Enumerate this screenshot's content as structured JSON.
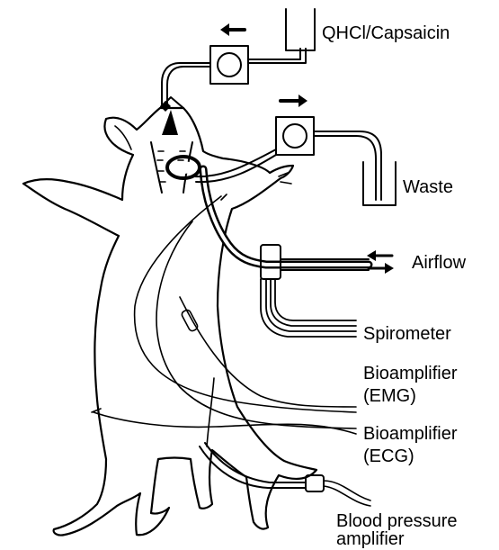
{
  "labels": {
    "qhcl_capsaicin": "QHCl/Capsaicin",
    "waste": "Waste",
    "airflow": "Airflow",
    "spirometer": "Spirometer",
    "bioamp_emg_line1": "Bioamplifier",
    "bioamp_emg_line2": "(EMG)",
    "bioamp_ecg_line1": "Bioamplifier",
    "bioamp_ecg_line2": "(ECG)",
    "bp_line1": "Blood pressure",
    "bp_line2": "amplifier"
  },
  "colors": {
    "line": "#000000",
    "fill": "#ffffff"
  }
}
